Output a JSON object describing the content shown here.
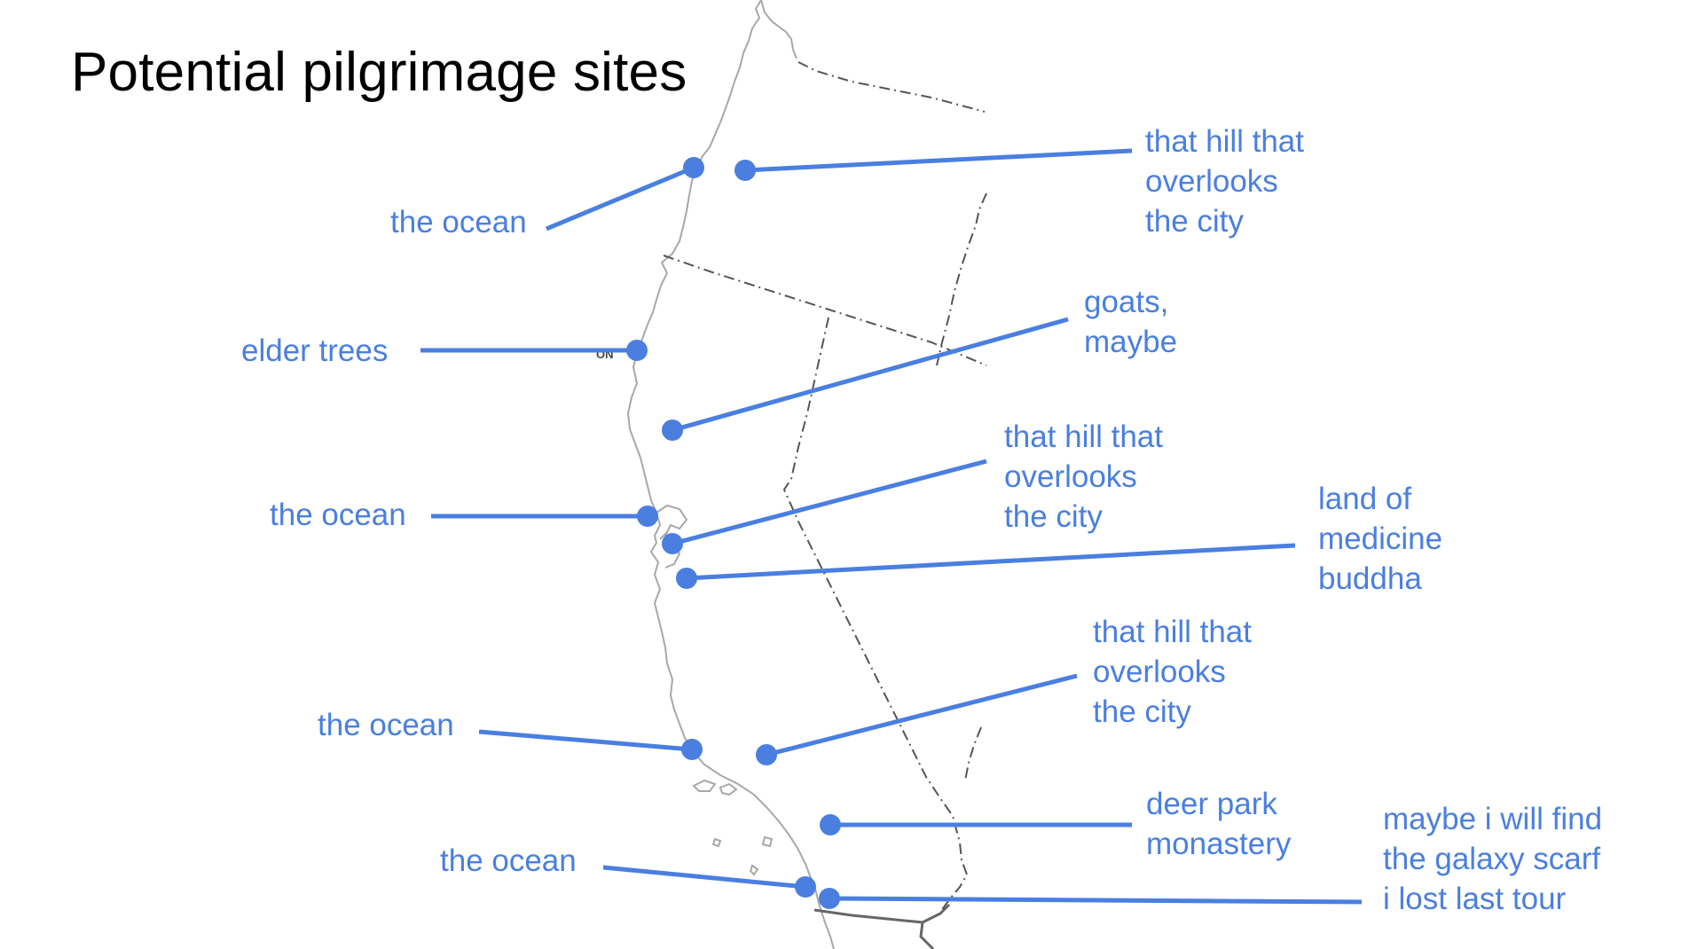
{
  "title": "Potential pilgrimage sites",
  "accent_color": "#4A7FE0",
  "map_line_color": "#9a9a9a",
  "map_border_color": "#555555",
  "map_coast_label": "ON",
  "sites": [
    {
      "label": [
        "the ocean"
      ]
    },
    {
      "label": [
        "that hill that",
        "overlooks",
        "the city"
      ]
    },
    {
      "label": [
        "elder trees"
      ]
    },
    {
      "label": [
        "goats,",
        "maybe"
      ]
    },
    {
      "label": [
        "the ocean"
      ]
    },
    {
      "label": [
        "that hill that",
        "overlooks",
        "the city"
      ]
    },
    {
      "label": [
        "land of",
        "medicine",
        "buddha"
      ]
    },
    {
      "label": [
        "the ocean"
      ]
    },
    {
      "label": [
        "that hill that",
        "overlooks",
        "the city"
      ]
    },
    {
      "label": [
        "deer park",
        "monastery"
      ]
    },
    {
      "label": [
        "the ocean"
      ]
    },
    {
      "label": [
        "maybe i will find",
        "the galaxy scarf",
        "i lost last tour"
      ]
    }
  ]
}
